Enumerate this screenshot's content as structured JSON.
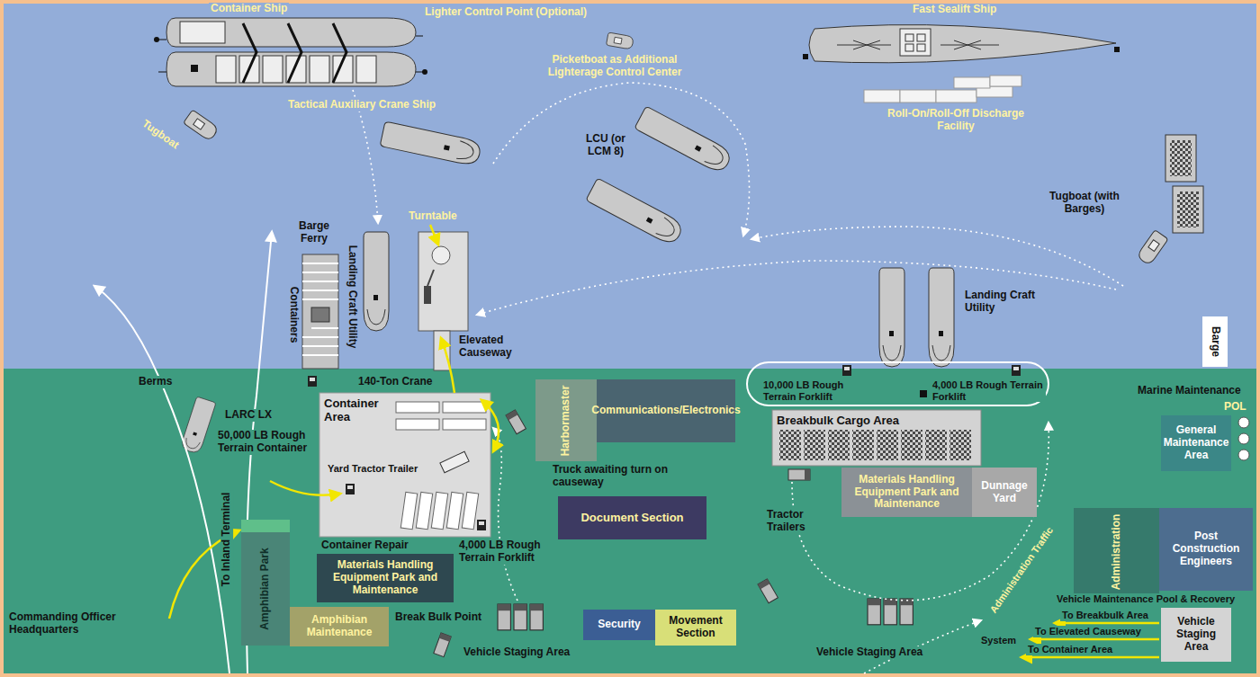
{
  "diagram": {
    "nodes": [
      {
        "text": [
          "Harbormaster"
        ]
      },
      {
        "text": [
          "Communications/Electronics"
        ]
      },
      {
        "text": [
          "Container Area"
        ]
      },
      {
        "text": [
          "Document Section"
        ]
      },
      {
        "text": [
          "Materials Handling Equipment Park and Maintenance"
        ]
      },
      {
        "text": [
          "Amphibian Park"
        ]
      },
      {
        "text": [
          "Amphibian Maintenance"
        ]
      },
      {
        "text": [
          "Security"
        ]
      },
      {
        "text": [
          "Movement Section"
        ]
      },
      {
        "text": [
          "Barge"
        ]
      },
      {
        "text": [
          "Breakbulk Cargo Area"
        ]
      },
      {
        "text": [
          "Materials Handling Equipment Park and Maintenance"
        ]
      },
      {
        "text": [
          "Dunnage Yard"
        ]
      },
      {
        "text": [
          "General Maintenance Area"
        ]
      },
      {
        "text": [
          "Administration"
        ]
      },
      {
        "text": [
          "Post Construction Engineers"
        ]
      },
      {
        "text": [
          "Vehicle Staging Area"
        ]
      }
    ],
    "labels": [
      "Container Ship",
      "Lighter Control Point (Optional)",
      "Picketboat as Additional Lighterage Control Center",
      "Fast Sealift Ship",
      "Tugboat",
      "Tactical Auxiliary Crane Ship",
      "LCU (or LCM 8)",
      "Roll-On/Roll-Off Discharge Facility",
      "Tugboat (with Barges)",
      "Barge Ferry",
      "Turntable",
      "Containers",
      "Landing Craft Utility",
      "Elevated Causeway",
      "Landing Craft Utility",
      "Berms",
      "140-Ton Crane",
      "LARC LX",
      "50,000 LB Rough Terrain Container",
      "Yard Tractor Trailer",
      "Truck awaiting turn on causeway",
      "10,000 LB Rough Terrain Forklift",
      "4,000 LB Rough Terrain Forklift",
      "Marine Maintenance",
      "POL",
      "Container Repair",
      "4,000 LB Rough Terrain Forklift",
      "Tractor Trailers",
      "To Inland Terminal",
      "Break Bulk Point",
      "Commanding Officer Headquarters",
      "Vehicle Staging Area",
      "Vehicle Staging Area",
      "Administration Traffic",
      "Vehicle Maintenance Pool & Recovery",
      "To Breakbulk Area",
      "To Elevated Causeway",
      "System",
      "To Container Area"
    ]
  }
}
